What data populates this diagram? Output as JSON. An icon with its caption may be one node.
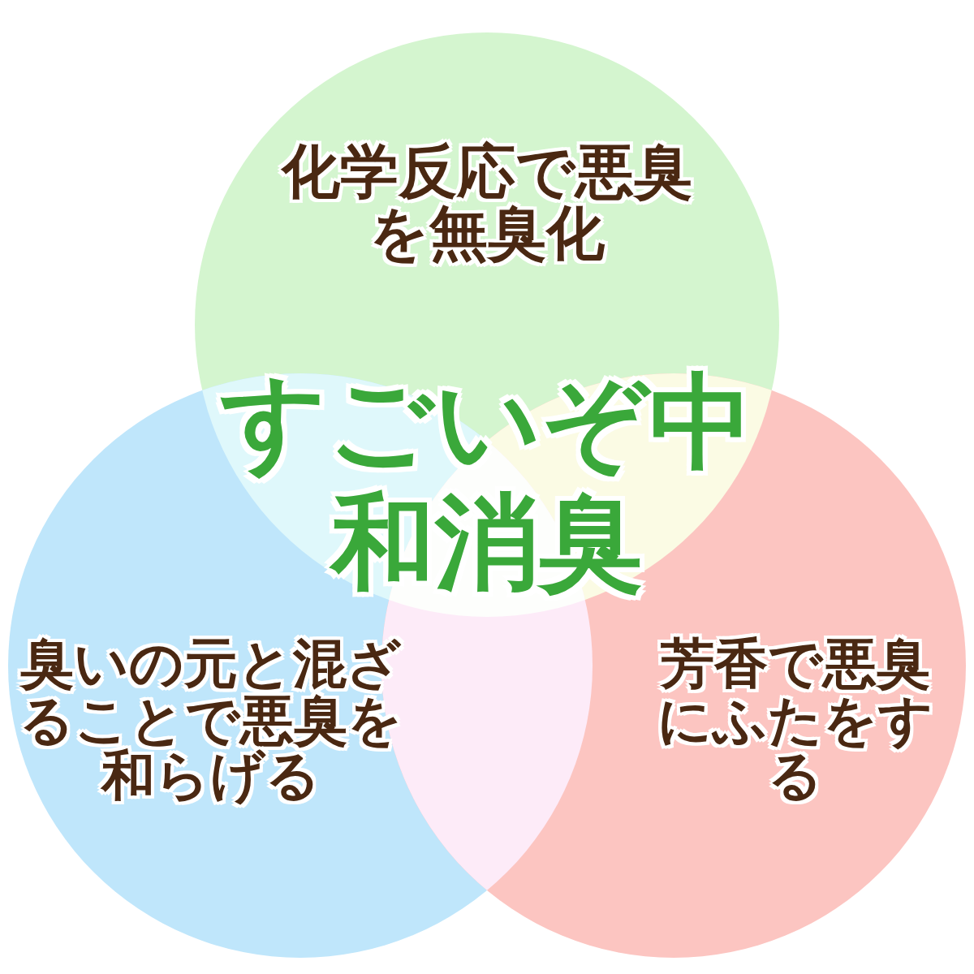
{
  "diagram": {
    "nodes": [
      {
        "text": [
          "化学反応で悪臭を無臭化"
        ]
      },
      {
        "text": [
          "臭いの元と混ざることで悪臭を和らげる"
        ]
      },
      {
        "text": [
          "芳香で悪臭にふたをする"
        ]
      }
    ],
    "labels": [
      "すごいぞ中和消臭"
    ]
  }
}
